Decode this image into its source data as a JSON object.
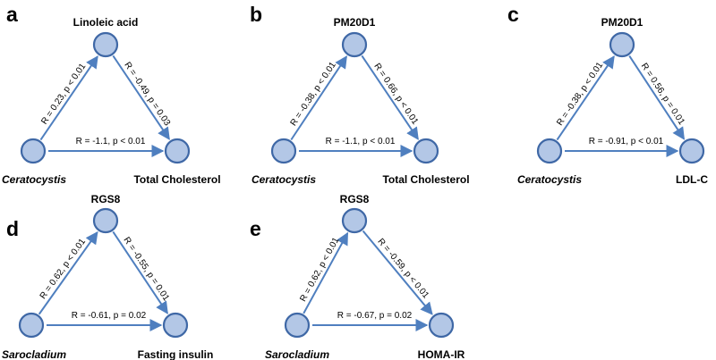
{
  "colors": {
    "node_fill": "#b3c7e6",
    "node_stroke": "#3f68a6",
    "arrow": "#4f7fbf"
  },
  "panels": [
    {
      "letter": "a",
      "top": {
        "label": "Linoleic acid"
      },
      "source": {
        "label": "Ceratocystis",
        "italic": true
      },
      "target": {
        "label": "Total Cholesterol"
      },
      "edges": {
        "left": "R = 0.23, p < 0.01",
        "right": "R = -0.49, p = 0.03",
        "bottom": "R = -1.1, p < 0.01"
      }
    },
    {
      "letter": "b",
      "top": {
        "label": "PM20D1"
      },
      "source": {
        "label": "Ceratocystis",
        "italic": true
      },
      "target": {
        "label": "Total Cholesterol"
      },
      "edges": {
        "left": "R = -0.38, p < 0.01",
        "right": "R = 0.66, p < 0.01",
        "bottom": "R = -1.1, p < 0.01"
      }
    },
    {
      "letter": "c",
      "top": {
        "label": "PM20D1"
      },
      "source": {
        "label": "Ceratocystis",
        "italic": true
      },
      "target": {
        "label": "LDL-C"
      },
      "edges": {
        "left": "R = -0.38, p < 0.01",
        "right": "R = 0.56, p = 0.01",
        "bottom": "R = -0.91, p < 0.01"
      }
    },
    {
      "letter": "d",
      "top": {
        "label": "RGS8"
      },
      "source": {
        "label": "Sarocladium",
        "italic": true
      },
      "target": {
        "label": "Fasting insulin"
      },
      "edges": {
        "left": "R = 0.62, p < 0.01",
        "right": "R = -0.55, p = 0.01",
        "bottom": "R = -0.61, p = 0.02"
      }
    },
    {
      "letter": "e",
      "top": {
        "label": "RGS8"
      },
      "source": {
        "label": "Sarocladium",
        "italic": true
      },
      "target": {
        "label": "HOMA-IR"
      },
      "edges": {
        "left": "R = 0.62, p < 0.01",
        "right": "R = -0.59, p < 0.01",
        "bottom": "R = -0.67, p = 0.02"
      }
    }
  ]
}
